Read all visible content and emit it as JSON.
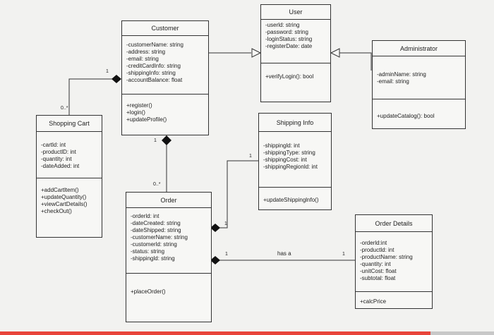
{
  "classes": {
    "user": {
      "name": "User",
      "attributes": [
        "-userld: string",
        "-password: string",
        "-loginStatus: string",
        "-registerDate: date"
      ],
      "methods": [
        "+verifyLogin(): bool"
      ]
    },
    "customer": {
      "name": "Customer",
      "attributes": [
        "-customerName: string",
        "-address: string",
        "-email: string",
        "-creditCardInfo: string",
        "-shippingInfo: string",
        "-accountBalance: float"
      ],
      "methods": [
        "+register()",
        "+login()",
        "+updateProfile()"
      ]
    },
    "administrator": {
      "name": "Administrator",
      "attributes": [
        "-adminName: string",
        "-email: string"
      ],
      "methods": [
        "+updateCatalog(): bool"
      ]
    },
    "shopping_cart": {
      "name": "Shopping Cart",
      "attributes": [
        "-cartld: int",
        "-productlD: int",
        "-quantity: int",
        "-dateAdded: int"
      ],
      "methods": [
        "+addCartltem()",
        "+updateQuantity()",
        "+viewCartDetails()",
        "+checkOut()"
      ]
    },
    "shipping_info": {
      "name": "Shipping Info",
      "attributes": [
        "-shippingld: int",
        "-shippingType: string",
        "-shippingCost: int",
        "-shippingRegionld: int"
      ],
      "methods": [
        "+updateShippinglnfo()"
      ]
    },
    "order": {
      "name": "Order",
      "attributes": [
        "-orderld: int",
        "-dateCreated: string",
        "-dateShipped: string",
        "-customerName: string",
        "-customerld: string",
        "-status: string",
        "-shippingld: string"
      ],
      "methods": [
        "+placeOrder()"
      ]
    },
    "order_details": {
      "name": "Order Details",
      "attributes": [
        "-orderld:int",
        "-productld: int",
        "-productName: string",
        "-quantity: int",
        "-unitCost: float",
        "-subtotal: float"
      ],
      "methods": [
        "+calcPrice"
      ]
    }
  },
  "multiplicities": {
    "cust_cart_1": "1",
    "cust_cart_many": "0..*",
    "cust_order_1": "1",
    "cust_order_many": "0..*",
    "order_ship_order": "1",
    "order_ship_ship": "1",
    "order_details_order": "1",
    "order_details_details": "1"
  },
  "association_labels": {
    "order_details": "has a"
  },
  "colors": {
    "line": "#333333",
    "box_fill": "#f7f7f5",
    "background": "#f2f2f0",
    "bottom_accent": "#e8443a"
  }
}
